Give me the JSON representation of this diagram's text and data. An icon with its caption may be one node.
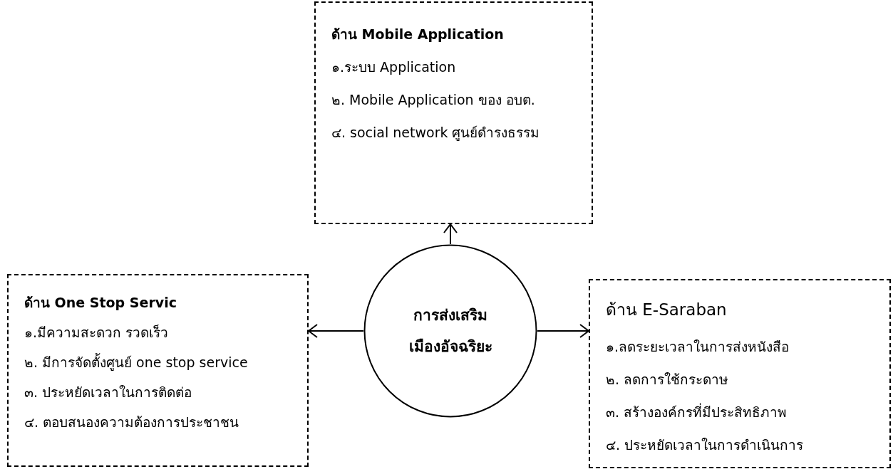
{
  "diagram": {
    "nodes": [
      {
        "text": [
          "ด้าน Mobile Application",
          "๑.ระบบ Application",
          "๒. Mobile Application  ของ อบต.",
          "๔. social network ศูนย์ดำรงธรรม"
        ]
      },
      {
        "text": [
          "ด้าน One Stop Servic",
          "๑.มีความสะดวก รวดเร็ว",
          "๒. มีการจัดตั้งศูนย์ one stop service",
          "๓. ประหยัดเวลาในการติดต่อ",
          "๔. ตอบสนองความต้องการประชาชน"
        ]
      },
      {
        "text": [
          "การส่งเสริม เมืองอัจฉริยะ"
        ]
      },
      {
        "text": [
          "ด้าน E-Saraban",
          "๑.ลดระยะเวลาในการส่งหนังสือ",
          "๒. ลดการใช้กระดาษ",
          "๓. สร้างองค์กรที่มีประสิทธิภาพ",
          "๔. ประหยัดเวลาในการดำเนินการ"
        ]
      }
    ],
    "edges": [
      {
        "from": 2,
        "to": 0,
        "arrow": "to"
      },
      {
        "from": 2,
        "to": 1,
        "arrow": "to"
      },
      {
        "from": 2,
        "to": 3,
        "arrow": "to"
      }
    ]
  }
}
